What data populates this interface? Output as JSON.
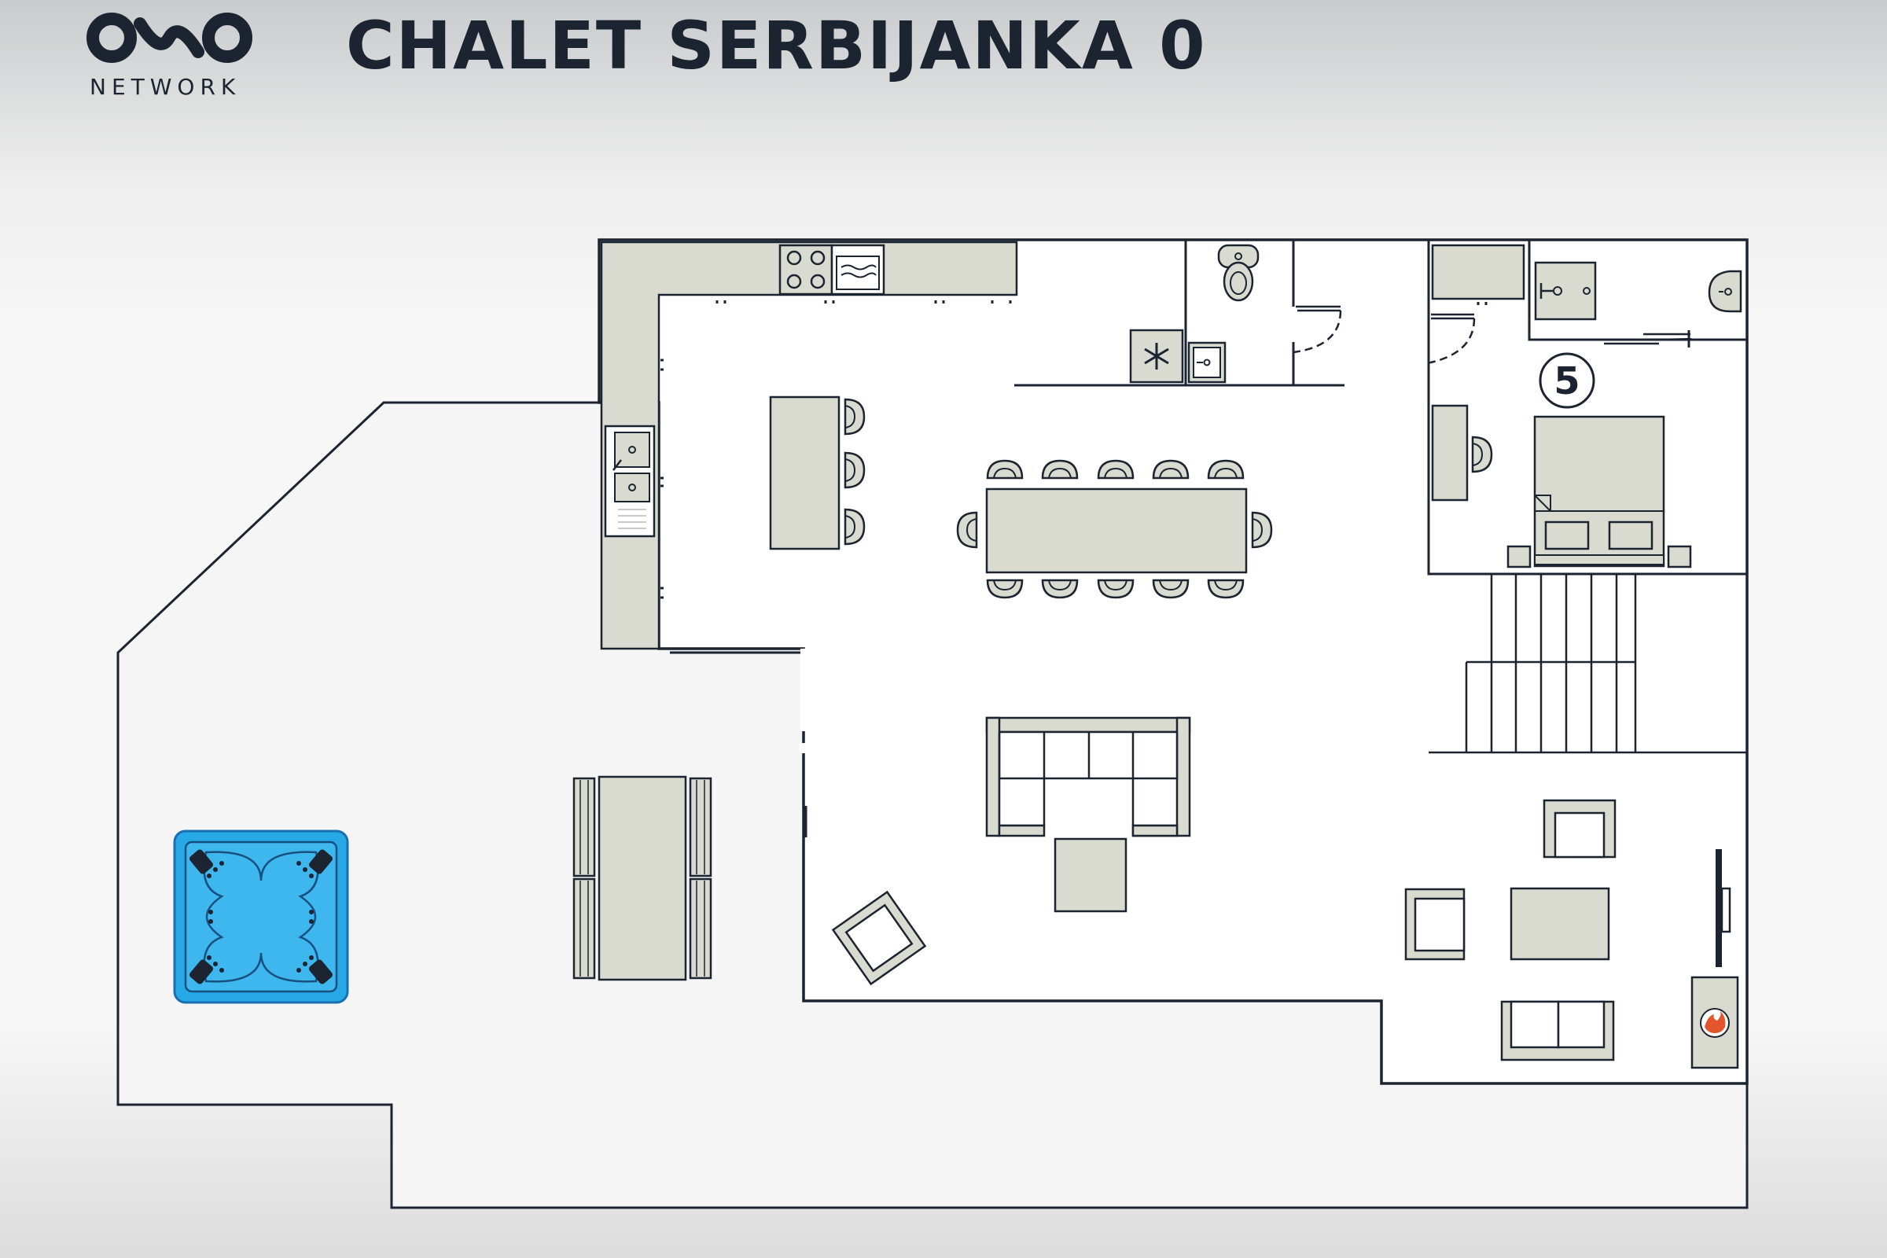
{
  "header": {
    "logo_text": "NETWORK",
    "title": "CHALET SERBIJANKA 0"
  },
  "plan": {
    "room_number": "5"
  },
  "colors": {
    "wall": "#1b2430",
    "furniture": "#d9dbd0",
    "floor": "#ffffff",
    "terrace": "#f5f5f5",
    "hot_tub": "#26a9e6",
    "fireplace_flame": "#e2552d"
  }
}
